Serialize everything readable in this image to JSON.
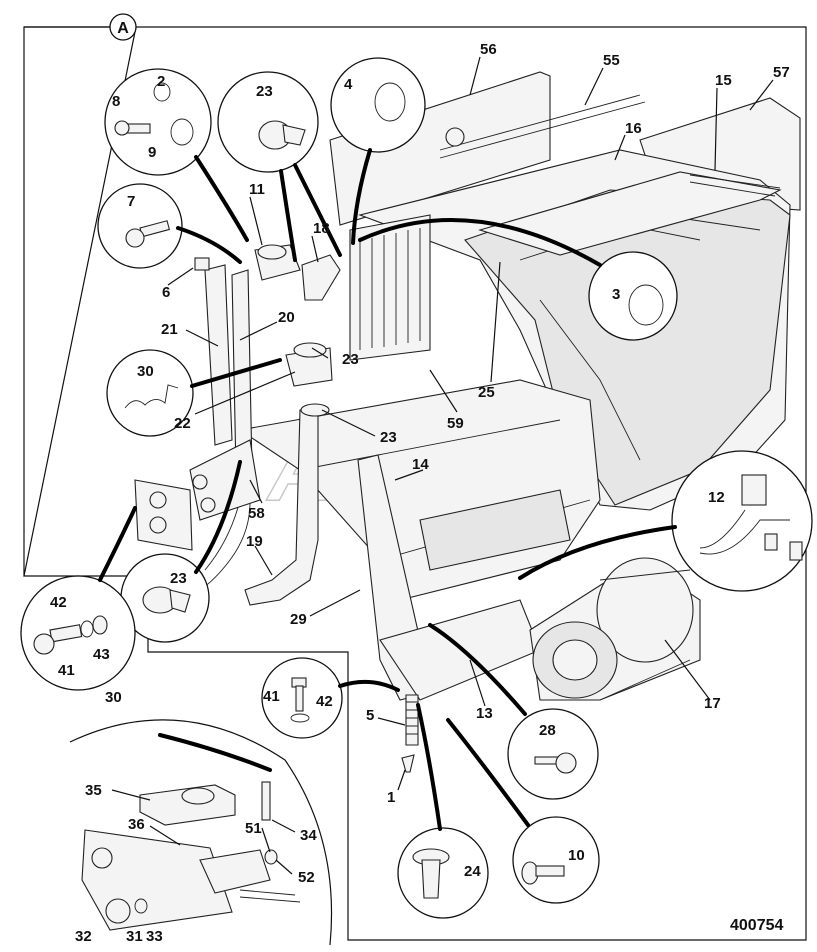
{
  "section_marker": "A",
  "reference_number": "400754",
  "watermark": "AutoSoft",
  "callouts": [
    "1",
    "2",
    "3",
    "4",
    "5",
    "6",
    "7",
    "8",
    "9",
    "10",
    "11",
    "12",
    "13",
    "14",
    "15",
    "16",
    "17",
    "18",
    "19",
    "20",
    "21",
    "22",
    "23",
    "23",
    "23",
    "23",
    "24",
    "25",
    "28",
    "29",
    "30",
    "30",
    "31",
    "32",
    "33",
    "34",
    "35",
    "36",
    "41",
    "41",
    "42",
    "42",
    "43",
    "51",
    "52",
    "55",
    "56",
    "57",
    "58",
    "59"
  ]
}
